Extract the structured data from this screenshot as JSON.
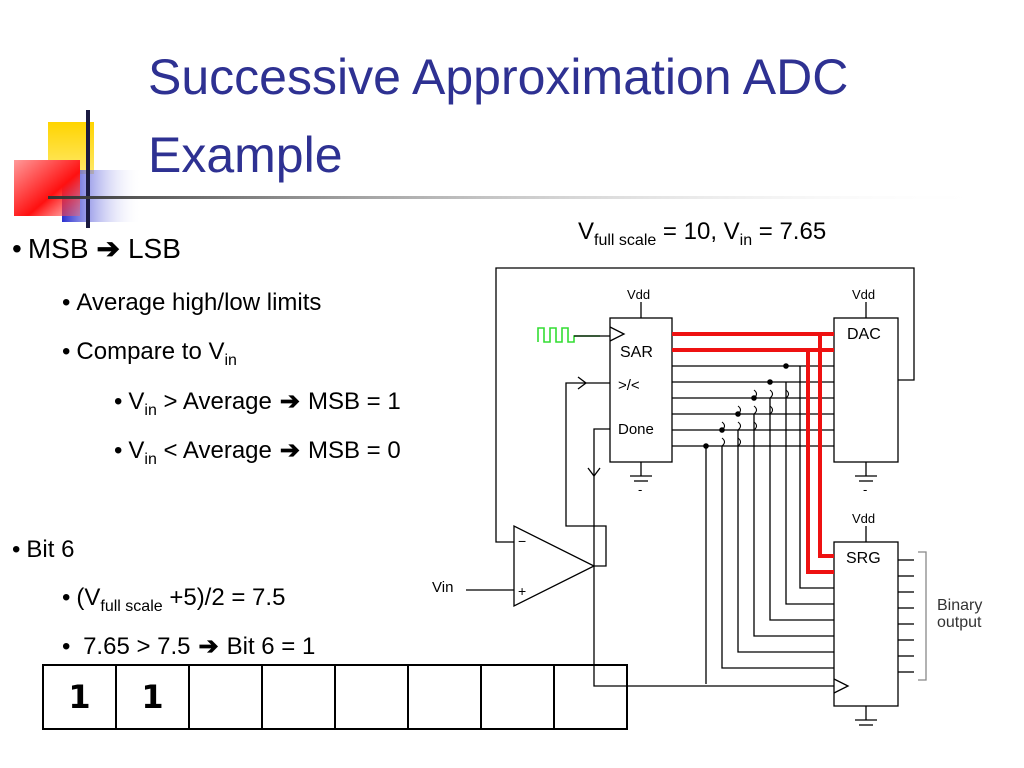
{
  "slide": {
    "title_line1": "Successive Approximation ADC",
    "title_line2": "Example",
    "equation": {
      "v": "V",
      "full_scale_sub": "full scale",
      "mid": " = 10, V",
      "in_sub": "in",
      "end": " = 7.65"
    }
  },
  "bullets": {
    "b1_a": "MSB",
    "b1_b": "LSB",
    "b1_1": "Average high/low limits",
    "b1_2_a": "Compare to V",
    "b1_2_sub": "in",
    "b1_2_1_a": "V",
    "b1_2_1_sub": "in",
    "b1_2_1_b": " > Average",
    "b1_2_1_c": "MSB = 1",
    "b1_2_2_a": "V",
    "b1_2_2_sub": "in",
    "b1_2_2_b": " < Average",
    "b1_2_2_c": "MSB = 0",
    "b2": "Bit 6",
    "b2_1_a": "(V",
    "b2_1_sub": "full scale",
    "b2_1_b": " +5)/2  = 7.5",
    "b2_2_a": " 7.65 > 7.5",
    "b2_2_b": "Bit 6 = 1"
  },
  "circuit": {
    "vdd_label": "Vdd",
    "gnd_label": "-",
    "sar_label": "SAR",
    "compare_label": ">/<",
    "done_label": "Done",
    "dac_label": "DAC",
    "srg_label": "SRG",
    "vin_label": "Vin",
    "minus_label": "−",
    "plus_label": "+",
    "binary_label": "Binary",
    "output_label": "output"
  },
  "bit_cells": [
    "1",
    "1",
    "",
    "",
    "",
    "",
    "",
    ""
  ],
  "colors": {
    "title": "#2e3192",
    "active_bus": "#ee1111",
    "clock": "#33dd33"
  }
}
